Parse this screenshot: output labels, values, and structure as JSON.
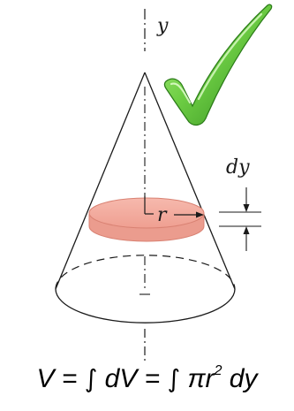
{
  "diagram": {
    "axis_label": "y",
    "radius_label": "r",
    "thickness_label": "dy",
    "colors": {
      "disk_fill": "#f2a89c",
      "disk_edge": "#e58f82",
      "line": "#1a1a1a",
      "check_light": "#7ed957",
      "check_dark": "#2e8b1f"
    },
    "icons": [
      "checkmark-icon"
    ]
  },
  "formula": {
    "V": "V",
    "eq1": " = ",
    "int1": "∫",
    "dV": " dV",
    "eq2": " = ",
    "int2": "∫",
    "pi_r": " πr",
    "exp": "2",
    "dy": " dy"
  }
}
